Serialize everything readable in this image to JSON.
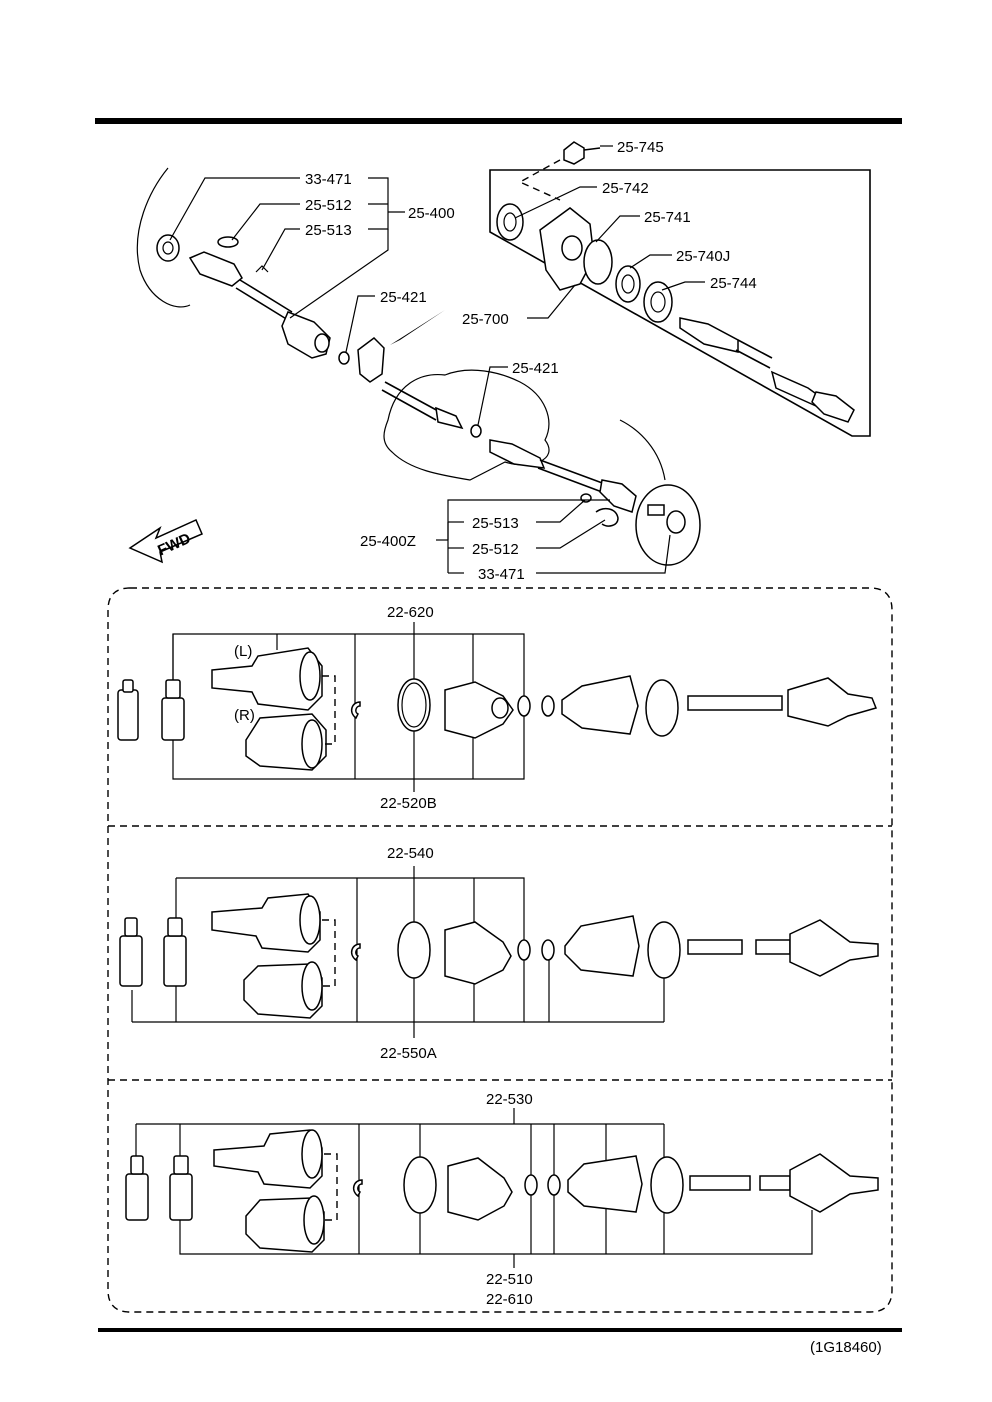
{
  "diagram_code": "(1G18460)",
  "direction_label": "FWD",
  "callouts": {
    "c_33_471_top": "33-471",
    "c_25_512_top": "25-512",
    "c_25_513_top": "25-513",
    "c_25_400": "25-400",
    "c_25_421_a": "25-421",
    "c_25_421_b": "25-421",
    "c_25_745": "25-745",
    "c_25_742": "25-742",
    "c_25_741": "25-741",
    "c_25_740j": "25-740J",
    "c_25_744": "25-744",
    "c_25_700": "25-700",
    "c_25_400z": "25-400Z",
    "c_25_513_bot": "25-513",
    "c_25_512_bot": "25-512",
    "c_33_471_bot": "33-471"
  },
  "panels": [
    {
      "top_label": "22-620",
      "bottom_label": "22-520B",
      "left_tag": "(L)",
      "right_tag": "(R)"
    },
    {
      "top_label": "22-540",
      "bottom_label": "22-550A"
    },
    {
      "top_label": "22-530",
      "bottom_label": "22-510",
      "bottom_label_2": "22-610"
    }
  ]
}
